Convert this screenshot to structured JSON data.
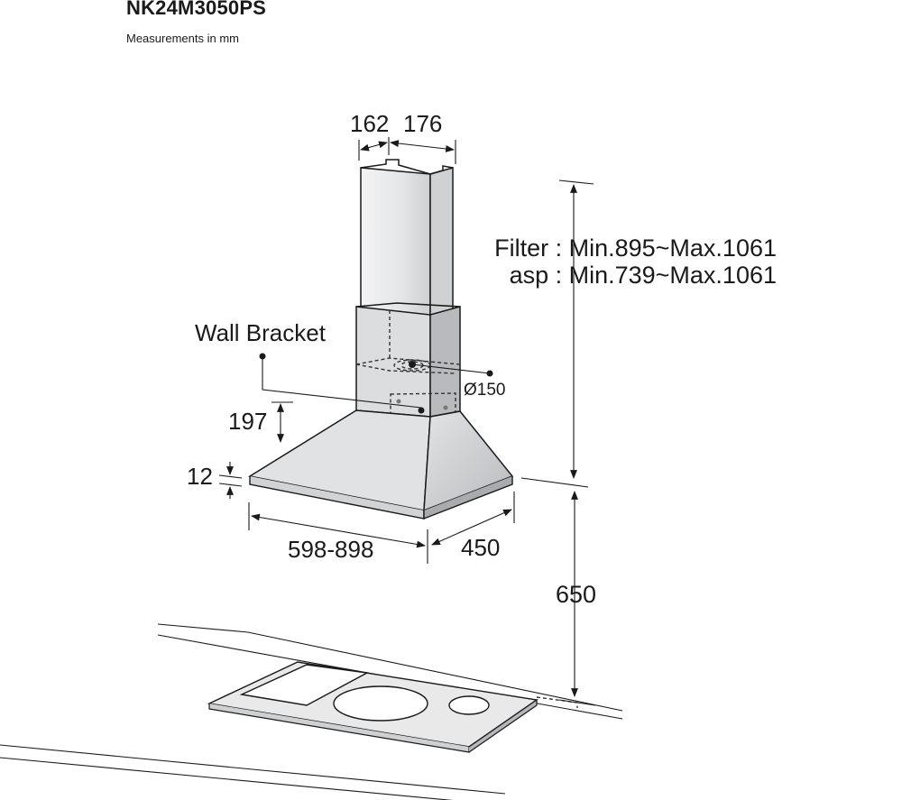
{
  "header": {
    "model": "NK24M3050PS",
    "units_note": "Measurements in mm"
  },
  "dimensions": {
    "chimney_depth": "162",
    "chimney_width": "176",
    "height_filter": "Filter : Min.895~Max.1061",
    "height_asp": "asp : Min.739~Max.1061",
    "wall_bracket": "Wall Bracket",
    "duct_diameter": "Ø150",
    "bracket_offset": "197",
    "rim_thickness": "12",
    "hood_width": "598-898",
    "hood_depth": "450",
    "clearance_above_hob": "650"
  },
  "colors": {
    "steel_light": "#eceded",
    "steel_mid": "#d8d9db",
    "steel_dark": "#a9abae",
    "hob": "#e8e8e8",
    "ink": "#1a1a1a"
  }
}
